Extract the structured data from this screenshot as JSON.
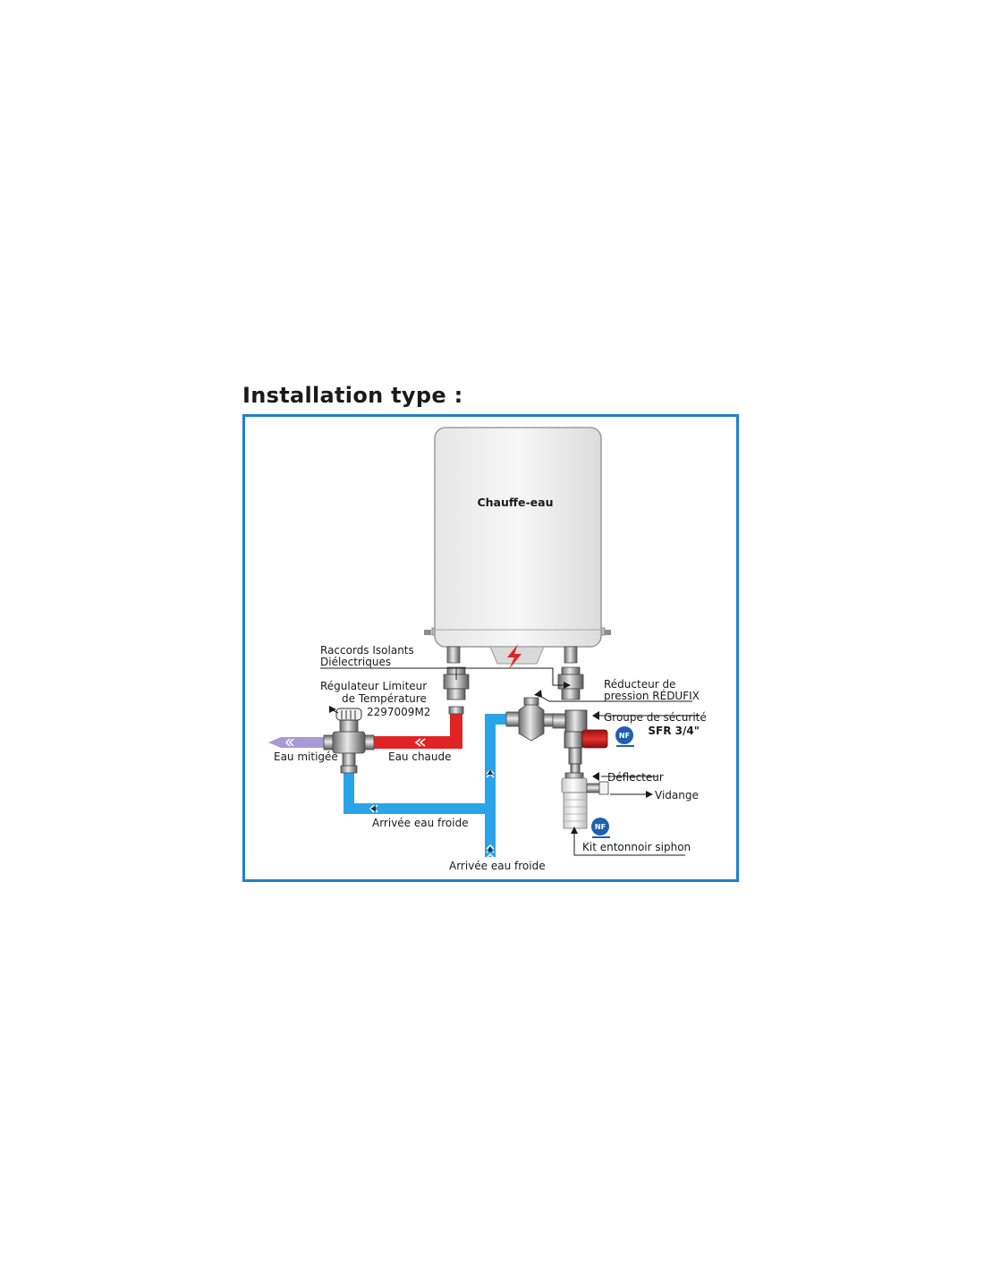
{
  "title": "Installation type :",
  "colors": {
    "frame": "#1e7fd0",
    "cold_pipe": "#2aa4e8",
    "hot_pipe": "#e02424",
    "mixed_pipe": "#a79bd6",
    "heater_body": "#f2f2f2",
    "safety_red": "#d81e1e",
    "nf_badge": "#1f5fb0",
    "lightning": "#e02424"
  },
  "heater": {
    "label": "Chauffe-eau",
    "icon": "lightning-icon"
  },
  "labels": {
    "raccords_line1": "Raccords Isolants",
    "raccords_line2": "Diélectriques",
    "regulateur_line1": "Régulateur Limiteur",
    "regulateur_line2": "de Température",
    "regulateur_ref": "2297009M2",
    "reducteur_line1": "Réducteur de",
    "reducteur_line2": "pression RÉDUFIX",
    "groupe_line1": "Groupe de sécurité",
    "groupe_line2": "SFR 3/4\"",
    "deflecteur": "Déflecteur",
    "vidange": "Vidange",
    "kit": "Kit entonnoir siphon",
    "eau_mitigee": "Eau mitigée",
    "eau_chaude": "Eau chaude",
    "arrivee_1": "Arrivée eau froide",
    "arrivee_2": "Arrivée eau froide"
  },
  "badges": {
    "nf_1": "NF",
    "nf_2": "NF"
  }
}
